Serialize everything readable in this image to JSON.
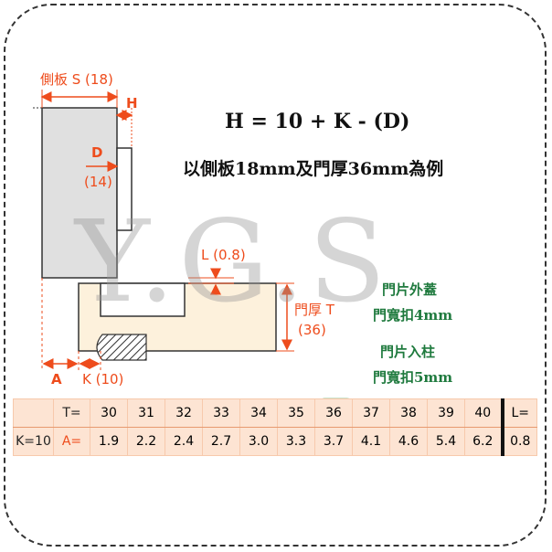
{
  "diagram": {
    "label_s": "側板 S (18)",
    "label_h": "H",
    "label_d": "D",
    "label_d_val": "(14)",
    "label_l": "L (0.8)",
    "label_t": "門厚 T",
    "label_t_val": "(36)",
    "label_a": "A",
    "label_k": "K (10)"
  },
  "formula": "H = 10 + K - (D)",
  "subtitle": "以側板18mm及門厚36mm為例",
  "watermark": "Y.G.S",
  "notes": [
    "門片外蓋",
    "門寬扣4mm",
    "門片入柱",
    "門寬扣5mm"
  ],
  "table": {
    "row1_label": "T=",
    "row2_k": "K=10",
    "row2_label": "A=",
    "t_values": [
      "30",
      "31",
      "32",
      "33",
      "34",
      "35",
      "36",
      "37",
      "38",
      "39",
      "40"
    ],
    "a_values": [
      "1.9",
      "2.2",
      "2.4",
      "2.7",
      "3.0",
      "3.3",
      "3.7",
      "4.1",
      "4.6",
      "5.4",
      "6.2"
    ],
    "l_label": "L=",
    "l_value": "0.8",
    "highlight_index": 6
  },
  "colors": {
    "accent": "#ee4c1c",
    "note_green": "#1f7a3e",
    "highlight": "#2e8b2e",
    "table_bg": "#fde4d3",
    "door_fill": "#fdf1dc",
    "panel_fill": "#e0e0e0"
  }
}
